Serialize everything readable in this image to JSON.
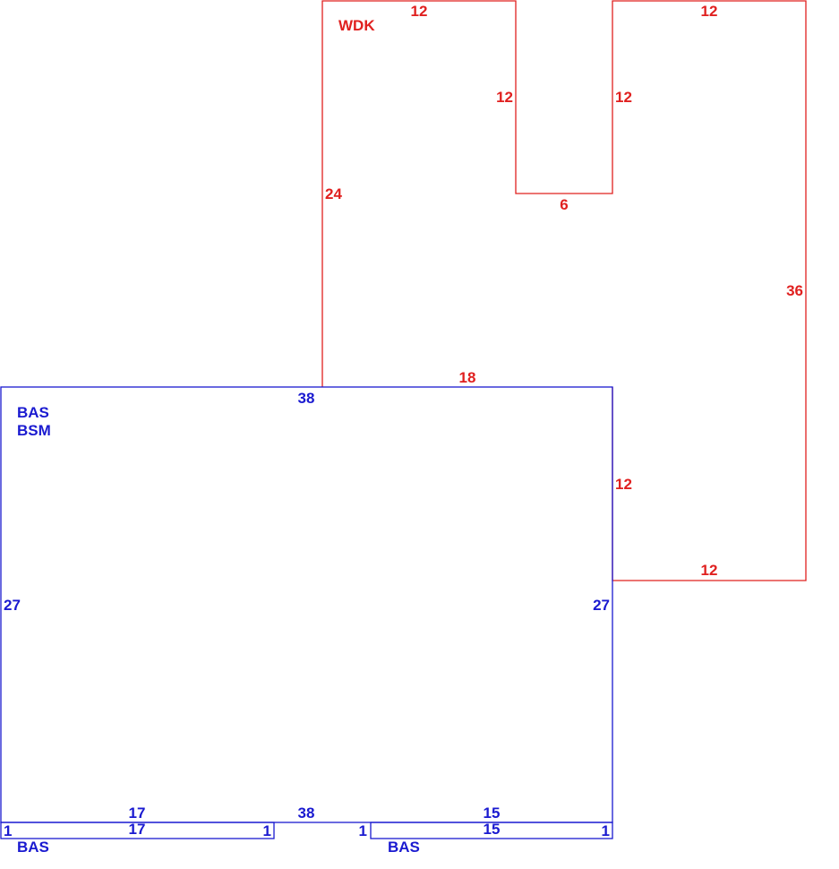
{
  "colors": {
    "deck": "#e0201f",
    "base": "#1a1ad0",
    "background": "#ffffff"
  },
  "areas": {
    "wdk": {
      "code": "WDK",
      "dims": {
        "top_left": "12",
        "top_right": "12",
        "notch_left": "12",
        "notch_right": "12",
        "notch_bottom": "6",
        "left": "24",
        "right": "36",
        "bottom_join": "18",
        "right_lower": "12",
        "bottom": "12"
      }
    },
    "main": {
      "codes": [
        "BAS",
        "BSM"
      ],
      "dims": {
        "top": "38",
        "left": "27",
        "right": "27",
        "bottom": "38",
        "bottom_left_seg": "17",
        "bottom_right_seg": "15"
      }
    },
    "bas_left": {
      "code": "BAS",
      "dims": {
        "top": "17",
        "left": "1",
        "right": "1"
      }
    },
    "bas_right": {
      "code": "BAS",
      "dims": {
        "top": "15",
        "left": "1",
        "right": "1"
      }
    }
  }
}
